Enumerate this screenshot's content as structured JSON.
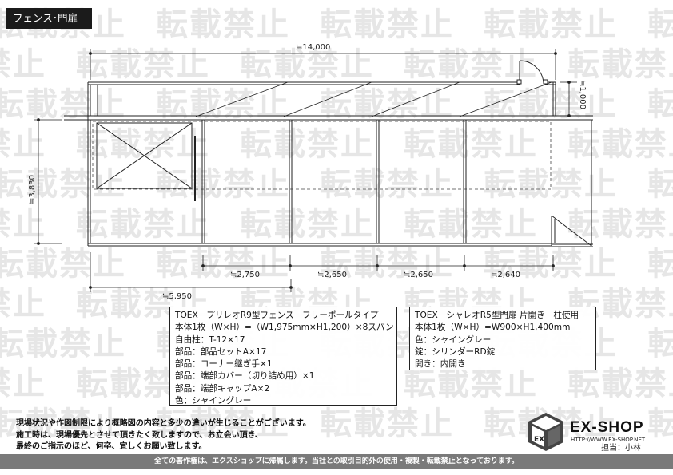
{
  "header": {
    "title": "フェンス･門扉"
  },
  "watermark": {
    "text": "転載禁止"
  },
  "dimensions": {
    "total_width": "≒14,000",
    "right_depth": "≒1,000",
    "left_height": "≒3,830",
    "bottom_left": "≒5,950",
    "spans": [
      "≒2,750",
      "≒2,650",
      "≒2,650",
      "≒2,640"
    ]
  },
  "fence_spec": {
    "lines": [
      "TOEX　プリレオR9型フェンス　フリーポールタイプ",
      "本体1枚（W×H）=（W1,975mm×H1,200）×8スパン",
      "自由柱：T-12×17",
      "部品：部品セットA×17",
      "部品：コーナー継ぎ手×1",
      "部品：端部カバー（切り詰め用）×1",
      "部品：端部キャップA×2",
      "色：シャイングレー"
    ]
  },
  "gate_spec": {
    "lines": [
      "TOEX　シャレオR5型門扉 片開き　柱使用",
      "本体1枚（W×H）=W900×H1,400mm",
      "色：シャイングレー",
      "錠：シリンダーRD錠",
      "開き：内開き"
    ]
  },
  "notes": [
    "現場状況や作図制限により概略図の内容と多少の違いが生じることがございます。",
    "施工時は、現場優先とさせて頂きたく致しますので、お立会い頂き、",
    "最終のご指示のほど、何卒、宜しくお願い致します。"
  ],
  "logo": {
    "name": "EX-SHOP",
    "url": "HTTP://WWW.EX-SHOP.NET"
  },
  "staff": "担当：小林",
  "footer": "全ての著作権は、エクスショップに帰属します。当社との取引目的外の使用・複製・転載禁止となっております。"
}
